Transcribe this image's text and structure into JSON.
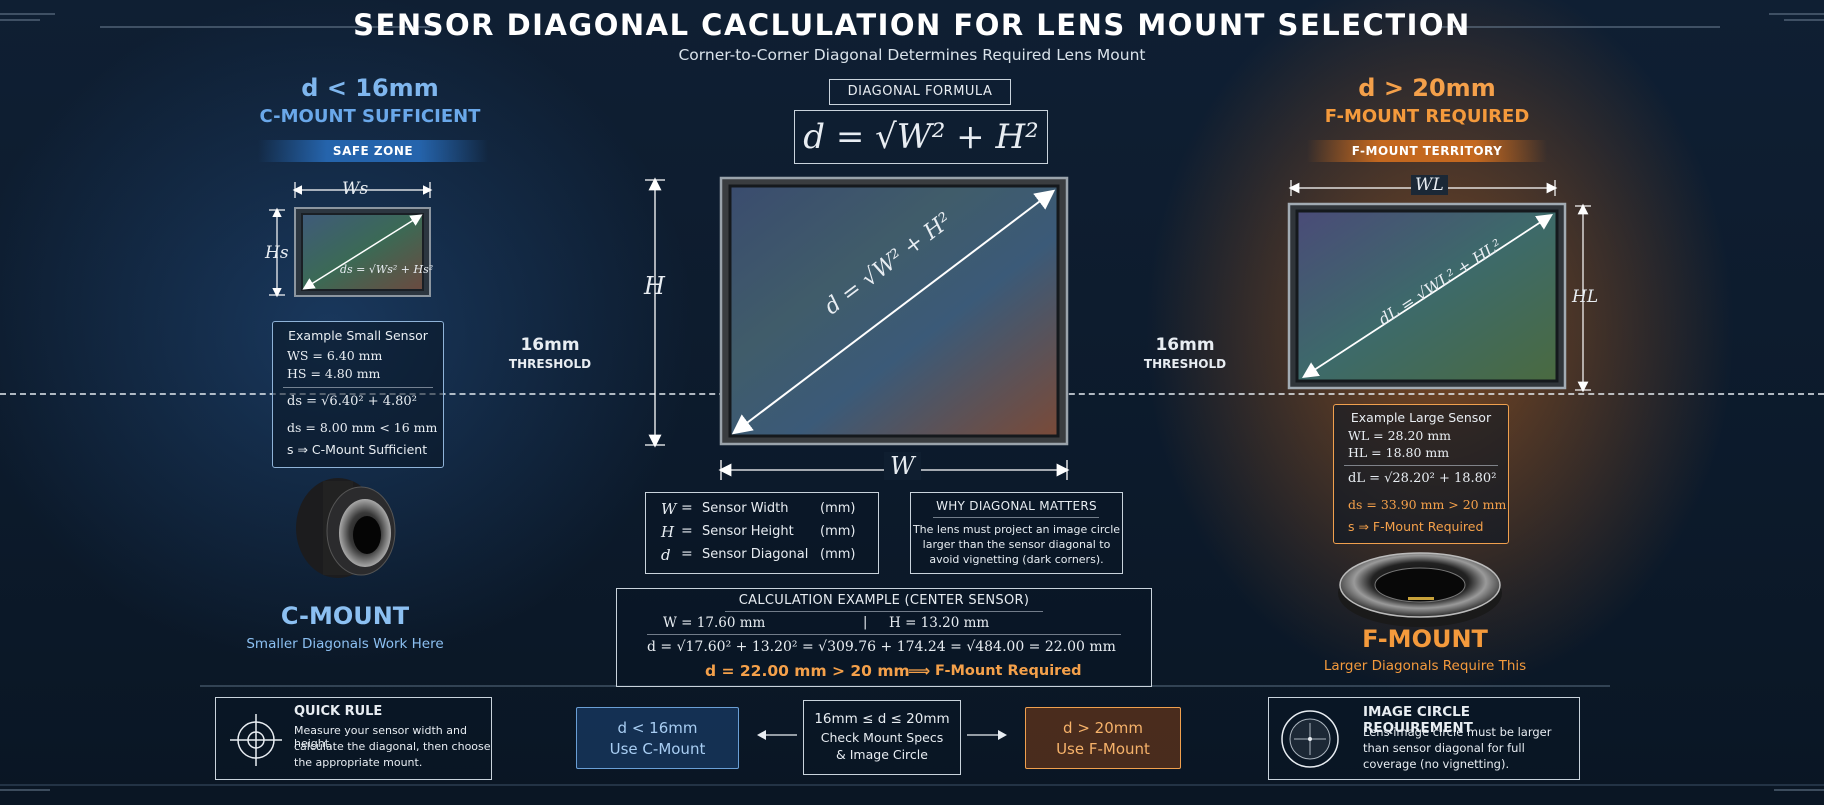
{
  "header": {
    "title": "SENSOR DIAGONAL CACLULATION FOR LENS MOUNT SELECTION",
    "subtitle": "Corner-to-Corner Diagonal Determines Required Lens Mount"
  },
  "left": {
    "heading": "d < 16mm",
    "subheading": "C-MOUNT SUFFICIENT",
    "zone": "SAFE ZONE",
    "width_label": "Ws",
    "height_label": "Hs",
    "diag_label": "ds = √Ws² + Hs²",
    "example": {
      "title": "Example Small Sensor",
      "w": "WS = 6.40 mm",
      "h": "HS = 4.80 mm",
      "formula": "ds = √6.40² + 4.80²",
      "result": "ds = 8.00 mm < 16 mm",
      "conclusion": "s ⇒ C-Mount Sufficient"
    },
    "mount_name": "C-MOUNT",
    "mount_caption": "Smaller Diagonals Work Here"
  },
  "center": {
    "formula_tag": "DIAGONAL FORMULA",
    "formula": "d = √W² + H²",
    "diag_label": "d = √W² + H²",
    "height_label": "H",
    "width_label": "W",
    "threshold_left_value": "16mm",
    "threshold_left_label": "THRESHOLD",
    "threshold_right_value": "16mm",
    "threshold_right_label": "THRESHOLD",
    "legend": [
      {
        "sym": "W",
        "eq": "=",
        "desc": "Sensor Width",
        "unit": "(mm)"
      },
      {
        "sym": "H",
        "eq": "=",
        "desc": "Sensor Height",
        "unit": "(mm)"
      },
      {
        "sym": "d",
        "eq": "=",
        "desc": "Sensor Diagonal",
        "unit": "(mm)"
      }
    ],
    "why": {
      "title": "WHY DIAGONAL MATTERS",
      "line1": "The lens must project an image circle",
      "line2": "larger than the sensor diagonal to",
      "line3": "avoid vignetting (dark corners)."
    },
    "calc": {
      "title": "CALCULATION EXAMPLE (CENTER SENSOR)",
      "w": "W = 17.60 mm",
      "sep": "|",
      "h": "H = 13.20 mm",
      "steps": "d = √17.60² + 13.20² = √309.76 + 174.24 = √484.00 = 22.00 mm",
      "result": "d = 22.00 mm > 20 mm",
      "arrow": "⟹",
      "conclusion": "F-Mount Required"
    }
  },
  "right": {
    "heading": "d > 20mm",
    "subheading": "F-MOUNT REQUIRED",
    "zone": "F-MOUNT TERRITORY",
    "width_label": "WL",
    "height_label": "HL",
    "diag_label": "dL = √WL² + HL²",
    "example": {
      "title": "Example Large Sensor",
      "w": "WL = 28.20 mm",
      "h": "HL = 18.80 mm",
      "formula": "dL = √28.20² + 18.80²",
      "result": "ds = 33.90 mm > 20 mm",
      "conclusion": "s ⇒ F-Mount Required"
    },
    "mount_name": "F-MOUNT",
    "mount_caption": "Larger Diagonals Require This"
  },
  "footer": {
    "quick_rule": {
      "title": "QUICK RULE",
      "line1": "Measure your sensor width and height,",
      "line2": "calculate the diagonal, then choose",
      "line3": "the appropriate mount."
    },
    "c_option": {
      "line1": "d < 16mm",
      "line2": "Use C-Mount"
    },
    "middle_option": {
      "line1": "16mm ≤ d ≤ 20mm",
      "line2": "Check Mount Specs",
      "line3": "& Image Circle"
    },
    "f_option": {
      "line1": "d > 20mm",
      "line2": "Use F-Mount"
    },
    "image_circle": {
      "title": "IMAGE CIRCLE REQUIREMENT",
      "line1": "Lens image circle must be larger",
      "line2": "than sensor diagonal for full",
      "line3": "coverage (no vignetting)."
    }
  },
  "colors": {
    "accent_blue": "#7fb6ee",
    "accent_orange": "#f4a04a",
    "background": "#0d1b2c"
  }
}
